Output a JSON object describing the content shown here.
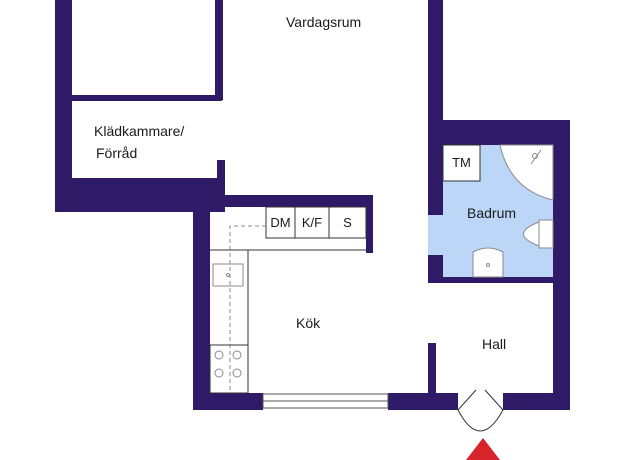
{
  "rooms": {
    "vardagsrum": "Vardagsrum",
    "kladkammare_line1": "Klädkammare/",
    "kladkammare_line2": "Förråd",
    "badrum": "Badrum",
    "kok": "Kök",
    "hall": "Hall"
  },
  "fixtures": {
    "dm": "DM",
    "kf": "K/F",
    "s": "S",
    "tm": "TM"
  },
  "colors": {
    "wall": "#2e1a66",
    "bathroom_floor": "#bcd6f7",
    "fixture_line": "#8a8a8a",
    "entrance_marker": "#d9232a",
    "background": "#ffffff"
  },
  "icons": {
    "entrance": "red-triangle-icon"
  }
}
